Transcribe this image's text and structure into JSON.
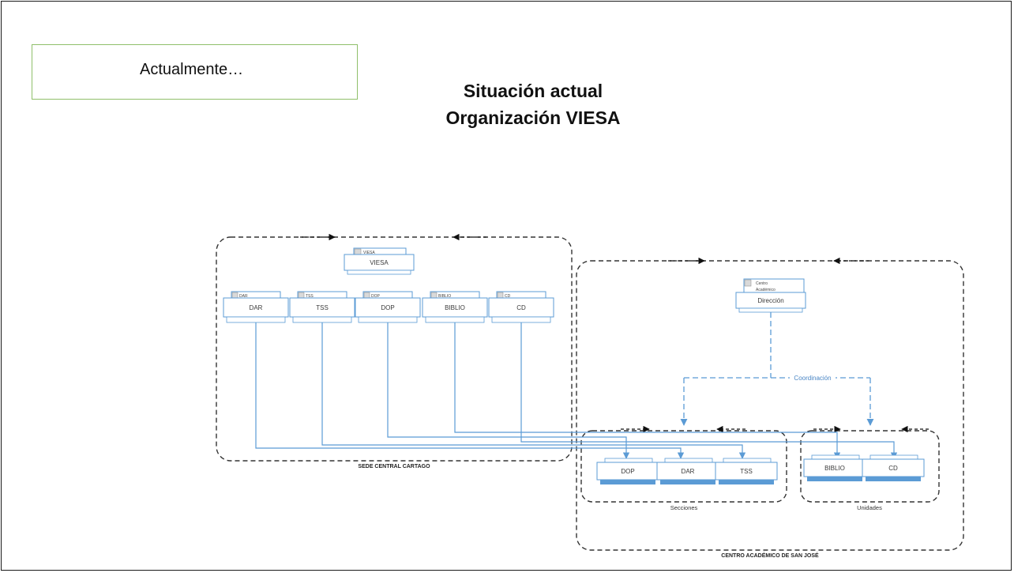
{
  "note": {
    "text": "Actualmente…"
  },
  "title": {
    "line1": "Situación actual",
    "line2": "Organización VIESA"
  },
  "colors": {
    "connector": "#5b9bd5",
    "dashed_group": "#333333",
    "note_border": "#8fbf6a"
  },
  "diagram": {
    "sede_central": {
      "label": "SEDE CENTRAL CARTAGO",
      "root": {
        "label": "VIESA",
        "tab": "VIESA"
      },
      "units": [
        {
          "label": "DAR",
          "tab": "DAR"
        },
        {
          "label": "TSS",
          "tab": "TSS"
        },
        {
          "label": "DOP",
          "tab": "DOP"
        },
        {
          "label": "BIBLIO",
          "tab": "BIBLIO"
        },
        {
          "label": "CD",
          "tab": "CD"
        }
      ]
    },
    "centro_academico": {
      "label": "CENTRO ACADÉMICO DE SAN JOSÉ",
      "root": {
        "label": "Dirección",
        "tab_line1": "Centro",
        "tab_line2": "Académico"
      },
      "coordination_label": "Coordinación",
      "secciones": {
        "label": "Secciones",
        "units": [
          {
            "label": "DOP"
          },
          {
            "label": "DAR"
          },
          {
            "label": "TSS"
          }
        ]
      },
      "unidades": {
        "label": "Unidades",
        "units": [
          {
            "label": "BIBLIO"
          },
          {
            "label": "CD"
          }
        ]
      }
    }
  }
}
